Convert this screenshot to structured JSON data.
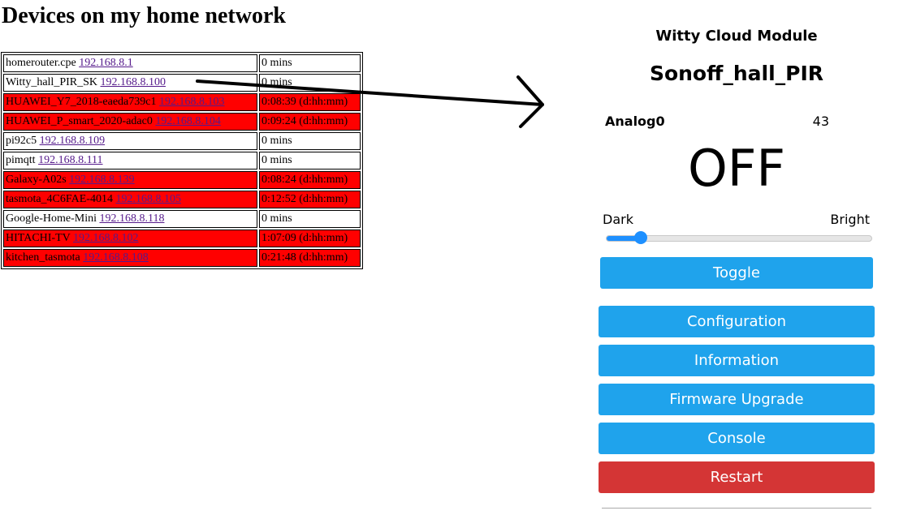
{
  "network": {
    "title": "Devices on my home network",
    "devices": [
      {
        "name": "homerouter.cpe",
        "ip": "192.168.8.1",
        "last_seen": "0 mins",
        "offline": false
      },
      {
        "name": "Witty_hall_PIR_SK",
        "ip": "192.168.8.100",
        "last_seen": "0 mins",
        "offline": false
      },
      {
        "name": "HUAWEI_Y7_2018-eaeda739c1",
        "ip": "192.168.8.103",
        "last_seen": "0:08:39 (d:hh:mm)",
        "offline": true
      },
      {
        "name": "HUAWEI_P_smart_2020-adac0",
        "ip": "192.168.8.104",
        "last_seen": "0:09:24 (d:hh:mm)",
        "offline": true
      },
      {
        "name": "pi92c5",
        "ip": "192.168.8.109",
        "last_seen": "0 mins",
        "offline": false
      },
      {
        "name": "pimqtt",
        "ip": "192.168.8.111",
        "last_seen": "0 mins",
        "offline": false
      },
      {
        "name": "Galaxy-A02s",
        "ip": "192.168.8.139",
        "last_seen": "0:08:24 (d:hh:mm)",
        "offline": true
      },
      {
        "name": "tasmota_4C6FAE-4014",
        "ip": "192.168.8.105",
        "last_seen": "0:12:52 (d:hh:mm)",
        "offline": true
      },
      {
        "name": "Google-Home-Mini",
        "ip": "192.168.8.118",
        "last_seen": "0 mins",
        "offline": false
      },
      {
        "name": "HITACHI-TV",
        "ip": "192.168.8.102",
        "last_seen": "1:07:09 (d:hh:mm)",
        "offline": true
      },
      {
        "name": "kitchen_tasmota",
        "ip": "192.168.8.108",
        "last_seen": "0:21:48 (d:hh:mm)",
        "offline": true
      }
    ]
  },
  "device_panel": {
    "module": "Witty Cloud Module",
    "device_name": "Sonoff_hall_PIR",
    "sensor": {
      "label": "Analog0",
      "value": "43"
    },
    "power_state": "OFF",
    "dimmer": {
      "min_label": "Dark",
      "max_label": "Bright",
      "level_percent": 13
    },
    "buttons": {
      "toggle": "Toggle",
      "configuration": "Configuration",
      "information": "Information",
      "firmware_upgrade": "Firmware Upgrade",
      "console": "Console",
      "restart": "Restart"
    }
  },
  "colors": {
    "offline_row": "#ff0000",
    "button": "#1fa3ec",
    "restart_button": "#d43535",
    "slider": "#1e90ff",
    "link": "#551a8b"
  }
}
